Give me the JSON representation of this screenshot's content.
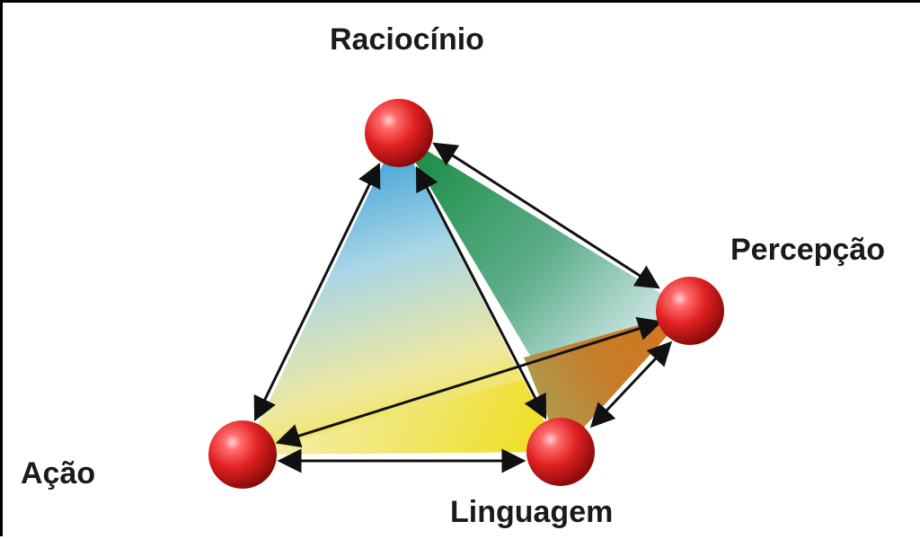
{
  "diagram": {
    "nodes": [
      {
        "id": "raciocinio",
        "label": "Raciocínio"
      },
      {
        "id": "percepcao",
        "label": "Percepção"
      },
      {
        "id": "acao",
        "label": "Ação"
      },
      {
        "id": "linguagem",
        "label": "Linguagem"
      }
    ],
    "edges": [
      {
        "from": "raciocinio",
        "to": "acao",
        "direction": "both"
      },
      {
        "from": "raciocinio",
        "to": "linguagem",
        "direction": "both"
      },
      {
        "from": "raciocinio",
        "to": "percepcao",
        "direction": "both"
      },
      {
        "from": "acao",
        "to": "percepcao",
        "direction": "both"
      },
      {
        "from": "acao",
        "to": "linguagem",
        "direction": "both"
      },
      {
        "from": "linguagem",
        "to": "percepcao",
        "direction": "both"
      }
    ],
    "colors": {
      "node": "#e02020",
      "face_left_top": "#3a9fd8",
      "face_left_bottom": "#f2e21a",
      "face_right": "#1f8f4a",
      "face_bottom": "#c9781e",
      "arrow": "#111111",
      "frame": "#000000"
    }
  }
}
